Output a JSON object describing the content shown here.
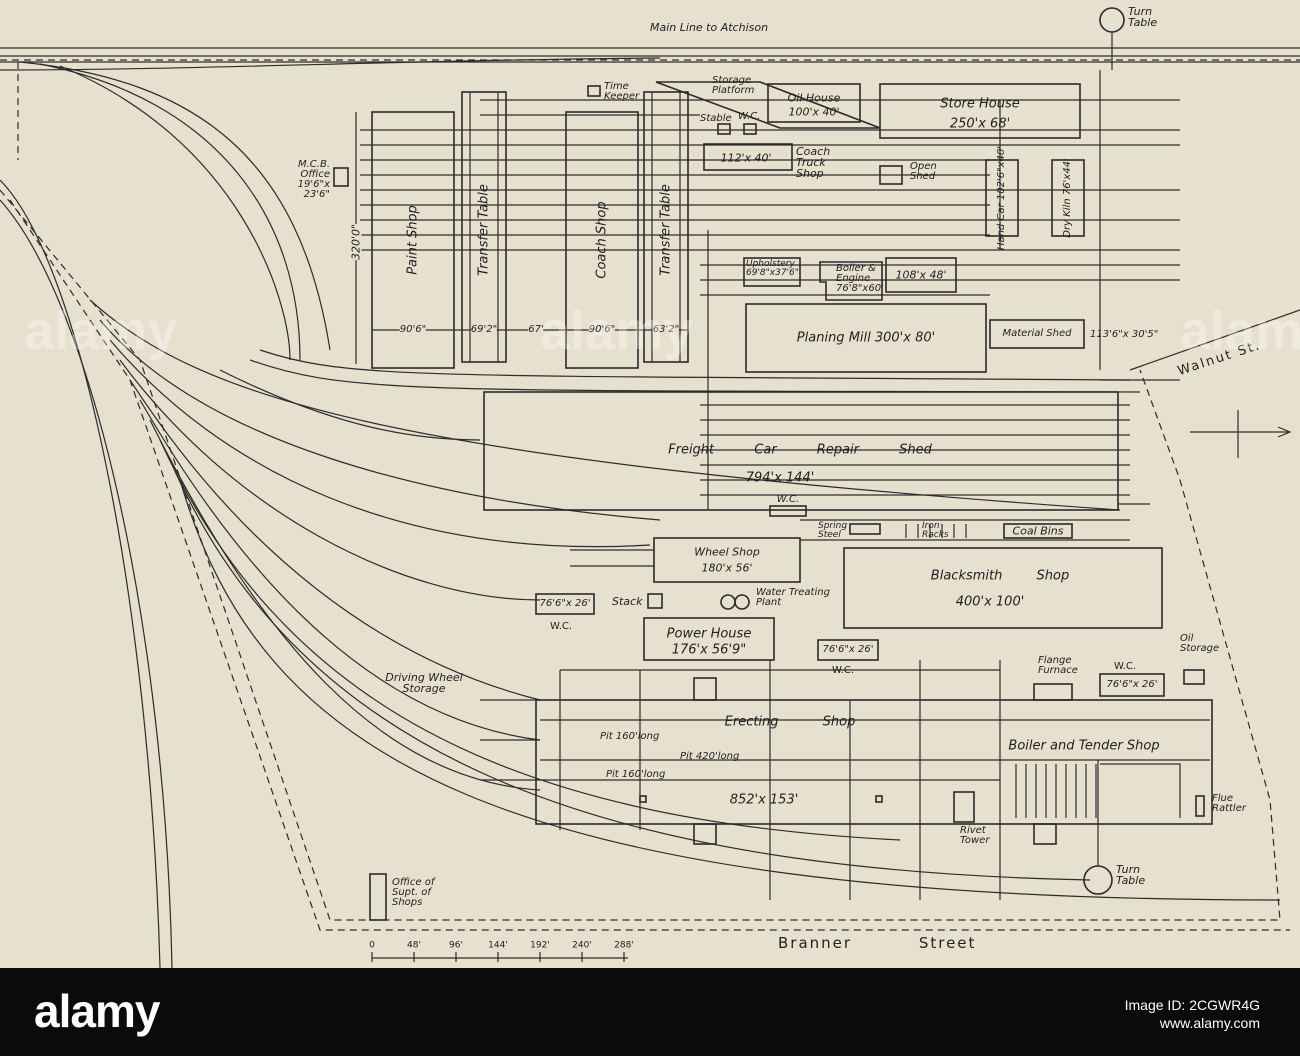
{
  "plan": {
    "main_line": "Main Line to Atchison",
    "turn_table_top": "Turn Table",
    "turn_table_bottom": "Turn Table",
    "time_keeper": "Time Keeper",
    "storage_platform": "Storage Platform",
    "oil_house": {
      "name": "Oil House",
      "size": "100'x 40'"
    },
    "store_house": {
      "name": "Store House",
      "size": "250'x 68'"
    },
    "stable": "Stable",
    "wc_top": "W.C.",
    "coach_truck_shop": {
      "name": "Coach Truck Shop",
      "size": "112'x 40'"
    },
    "open_shed": "Open Shed",
    "hand_car": "Hand Car 102'6\"x40'",
    "dry_kiln": "Dry Kiln 76'x44'",
    "mcb_office": "M.C.B. Office 19'6\"x 23'6\"",
    "paint_shop": "Paint Shop",
    "transfer_table_1": "Transfer Table",
    "coach_shop": "Coach Shop",
    "transfer_table_2": "Transfer Table",
    "dim_320": "320'0\"",
    "widths": [
      "90'6\"",
      "69'2\"",
      "67'",
      "90'6\"",
      "63'2\""
    ],
    "upholstery": "Upholstery 69'8\"x37'6\"",
    "boiler_engine": "Boiler & Engine 76'8\"x60'",
    "bldg_108": "108'x 48'",
    "planing_mill": "Planing Mill 300'x 80'",
    "material_shed": "Material Shed",
    "material_shed_size": "113'6\"x 30'5\"",
    "walnut_st": "Walnut St.",
    "freight_shed": {
      "name": "Freight Car Repair Shed",
      "size": "794'x 144'"
    },
    "wc_freight": "W.C.",
    "spring_steel": "Spring Steel",
    "iron_racks": "Iron Racks",
    "coal_bins": "Coal Bins",
    "wheel_shop": {
      "name": "Wheel Shop",
      "size": "180'x 56'"
    },
    "blacksmith_shop": {
      "name": "Blacksmith Shop",
      "size": "400'x 100'"
    },
    "stack": "Stack",
    "water_treating": "Water Treating Plant",
    "wc_left_size": "76'6\"x 26'",
    "wc_left": "W.C.",
    "power_house": {
      "name": "Power House",
      "size": "176'x 56'9\""
    },
    "wc_mid_size": "76'6\"x 26'",
    "wc_mid": "W.C.",
    "oil_storage": "Oil Storage",
    "flange_furnace": "Flange Furnace",
    "wc_right": "W.C.",
    "wc_right_size": "76'6\"x 26'",
    "driving_wheel_storage": "Driving Wheel Storage",
    "erecting_shop": {
      "name": "Erecting Shop",
      "size": "852'x 153'"
    },
    "pit_1": "Pit 160'long",
    "pit_2": "Pit 420'long",
    "pit_3": "Pit 160'long",
    "boiler_tender_shop": "Boiler and Tender Shop",
    "rivet_tower": "Rivet Tower",
    "flue_rattler": "Flue Rattler",
    "office_supt": "Office of Supt. of Shops",
    "branner_street": "Branner Street",
    "scale": [
      "0",
      "48'",
      "96'",
      "144'",
      "192'",
      "240'",
      "288'"
    ]
  },
  "watermark": {
    "logo": "alamy",
    "ghost_text": "alamy",
    "image_id": "Image ID: 2CGWR4G",
    "url": "www.alamy.com"
  }
}
